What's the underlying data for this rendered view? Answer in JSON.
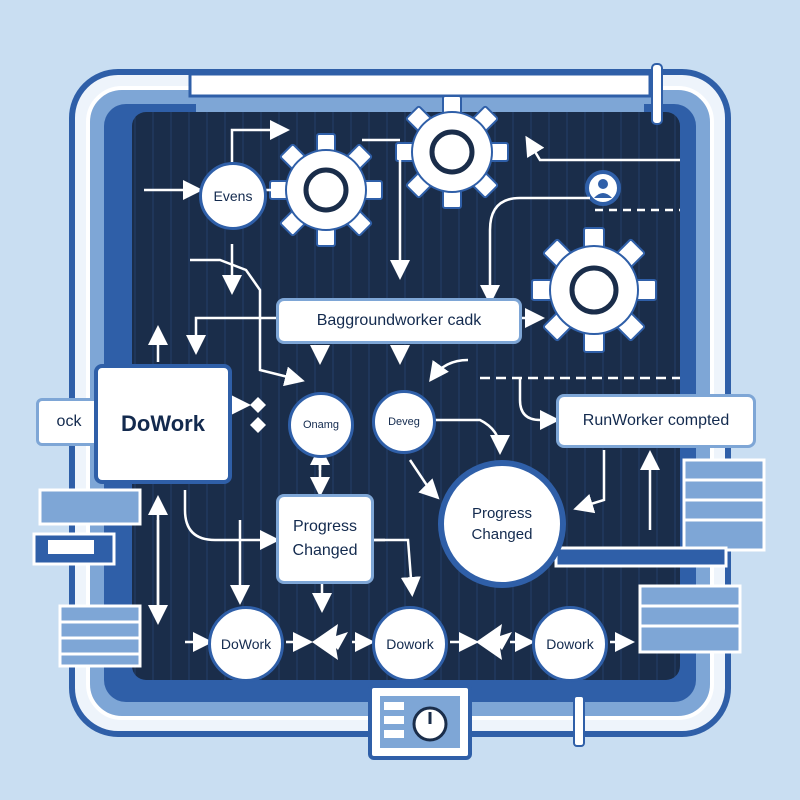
{
  "colors": {
    "background": "#c9def2",
    "frame_light": "#eef4fb",
    "frame_mid": "#7ea6d6",
    "frame_dark": "#2f5fa8",
    "board": "#1a2d4a",
    "node_fill": "#ffffff",
    "node_text": "#132a4e",
    "arrow": "#ffffff"
  },
  "icons": [
    "gear-icon",
    "gear-icon",
    "gear-icon",
    "gauge-icon",
    "user-badge-icon"
  ],
  "labels": {
    "events": "Evens",
    "background_worker": "Baggroundworker cadk",
    "dowork_main": "DoWork",
    "dock_tab": "ock",
    "ongoing": "Onamg",
    "dev": "Deveg",
    "runworker": "RunWorker compted",
    "progress_left_1": "Progress",
    "progress_left_2": "Changed",
    "progress_right_1": "Progress",
    "progress_right_2": "Changed",
    "dowork_1": "DoWork",
    "dowork_2": "Dowork",
    "dowork_3": "Dowork"
  }
}
